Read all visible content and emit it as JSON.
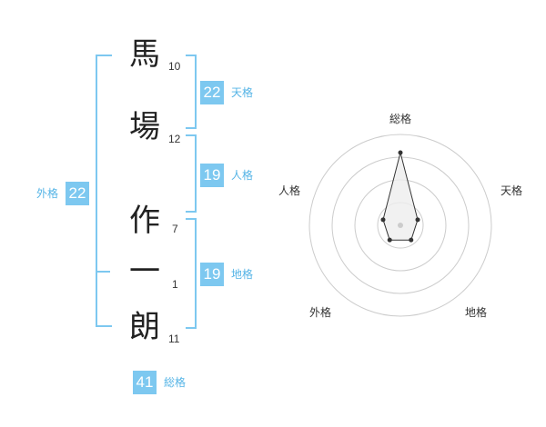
{
  "name_chars": [
    {
      "char": "馬",
      "strokes": "10"
    },
    {
      "char": "場",
      "strokes": "12"
    },
    {
      "char": "作",
      "strokes": "7"
    },
    {
      "char": "一",
      "strokes": "1"
    },
    {
      "char": "朗",
      "strokes": "11"
    }
  ],
  "kakusu": {
    "tenkaku": {
      "value": "22",
      "label": "天格"
    },
    "jinkaku": {
      "value": "19",
      "label": "人格"
    },
    "chikaku": {
      "value": "19",
      "label": "地格"
    },
    "gaikaku": {
      "value": "22",
      "label": "外格"
    },
    "soukaku": {
      "value": "41",
      "label": "総格"
    }
  },
  "radar": {
    "axes": [
      "総格",
      "天格",
      "地格",
      "外格",
      "人格"
    ],
    "values": [
      4,
      1,
      1,
      1,
      1
    ],
    "max": 5,
    "rings": 4,
    "colors": {
      "ring": "#cccccc",
      "fill": "#eeeeee",
      "line": "#333333",
      "point": "#333333",
      "center": "#cccccc"
    }
  }
}
